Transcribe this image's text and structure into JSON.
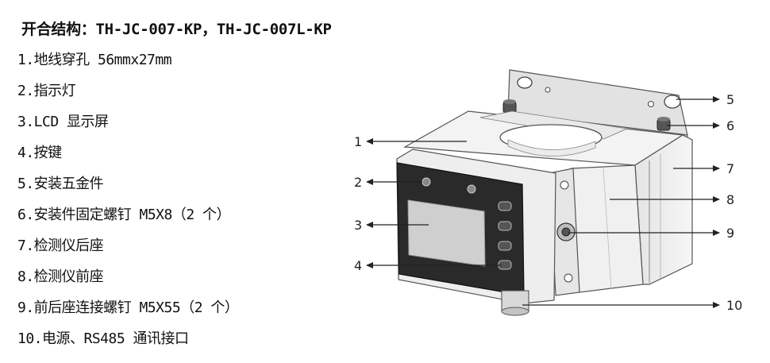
{
  "title": "开合结构：TH-JC-007-KP，TH-JC-007L-KP",
  "parts": [
    "1.地线穿孔 56mmx27mm",
    "2.指示灯",
    "3.LCD 显示屏",
    "4.按键",
    "5.安装五金件",
    "6.安装件固定螺钉 M5X8（2 个）",
    "7.检测仪后座",
    "8.检测仪前座",
    "9.前后座连接螺钉 M5X55（2 个）",
    "10.电源、RS485 通讯接口"
  ],
  "callouts": [
    "1",
    "2",
    "3",
    "4",
    "5",
    "6",
    "7",
    "8",
    "9",
    "10"
  ]
}
